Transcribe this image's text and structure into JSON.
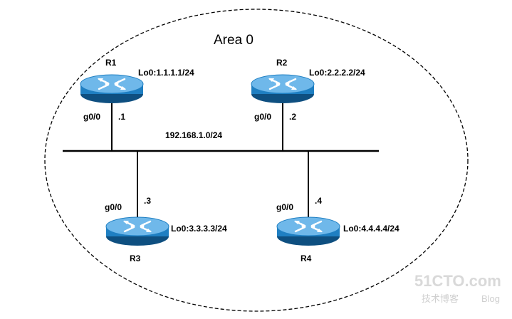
{
  "area_label": "Area 0",
  "network_label": "192.168.1.0/24",
  "routers": [
    {
      "name": "R1",
      "loopback": "Lo0:1.1.1.1/24",
      "interface": "g0/0",
      "host": ".1"
    },
    {
      "name": "R2",
      "loopback": "Lo0:2.2.2.2/24",
      "interface": "g0/0",
      "host": ".2"
    },
    {
      "name": "R3",
      "loopback": "Lo0:3.3.3.3/24",
      "interface": "g0/0",
      "host": ".3"
    },
    {
      "name": "R4",
      "loopback": "Lo0:4.4.4.4/24",
      "interface": "g0/0",
      "host": ".4"
    }
  ],
  "watermark": {
    "site": "51CTO.com",
    "cn": "技术博客",
    "blog": "Blog"
  },
  "colors": {
    "router_body": "#1f7fc2",
    "router_top": "#6fb8ea",
    "router_dark": "#0e4f80",
    "line": "#000000"
  }
}
